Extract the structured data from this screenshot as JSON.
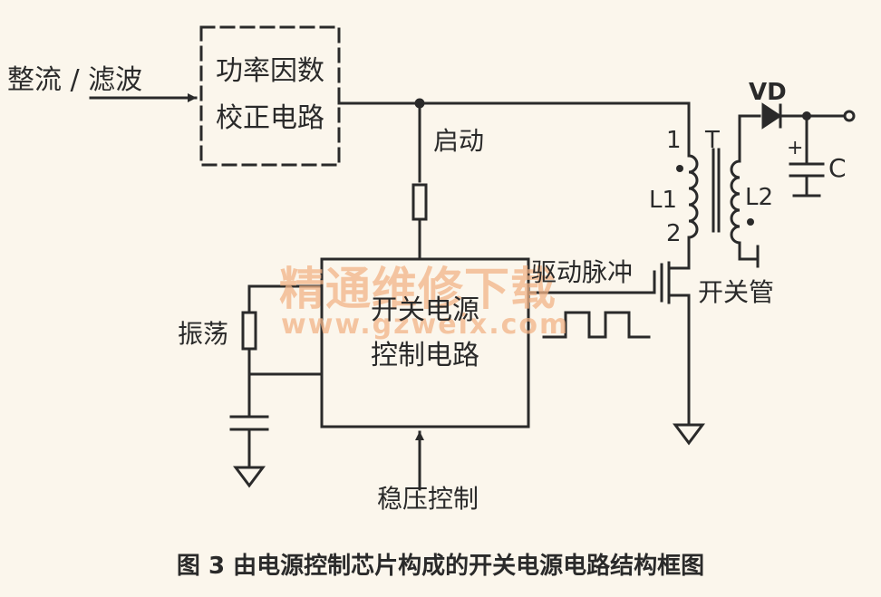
{
  "labels": {
    "input": "整流 / 滤波",
    "pfc_line1": "功率因数",
    "pfc_line2": "校正电路",
    "startup": "启动",
    "oscillation": "振荡",
    "ctrl_line1": "开关电源",
    "ctrl_line2": "控制电路",
    "drive_pulse": "驱动脉冲",
    "switch_tube": "开关管",
    "feedback": "稳压控制",
    "diode": "VD",
    "transformer": "T",
    "capacitor": "C",
    "primary_winding": "L1",
    "secondary_winding": "L2",
    "pin1": "1",
    "pin2": "2",
    "plus": "+"
  },
  "watermark": {
    "title": "精通维修下载",
    "url": "www.gzweix.com"
  },
  "caption": "图 3  由电源控制芯片构成的开关电源电路结构框图",
  "colors": {
    "ink": "#2a2a2a",
    "paper": "#fbf6ec",
    "watermark": "#f2b487"
  }
}
